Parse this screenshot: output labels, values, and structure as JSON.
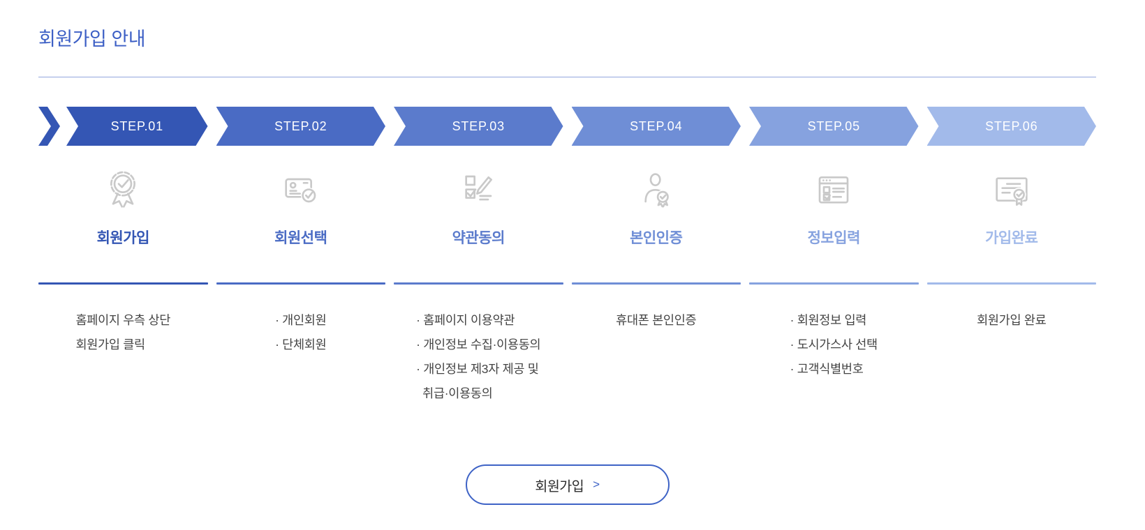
{
  "page": {
    "title": "회원가입 안내"
  },
  "palette": {
    "title_blue": "#3c5fc5",
    "divider": "#93a5dd",
    "icon_gray": "#c9c9c9",
    "desc_text": "#444444",
    "button_border": "#3e63c6",
    "button_text": "#2b2b2b",
    "step_colors": [
      "#3456b4",
      "#4a6bc4",
      "#5b7bcc",
      "#6f8ed6",
      "#86a2df",
      "#a2baea"
    ]
  },
  "steps": [
    {
      "banner": "STEP.01",
      "title": "회원가입",
      "color": "#3456b4",
      "icon": "ribbon-badge-icon",
      "lines": [
        "홈페이지 우측 상단",
        "회원가입 클릭"
      ]
    },
    {
      "banner": "STEP.02",
      "title": "회원선택",
      "color": "#4a6bc4",
      "icon": "id-card-check-icon",
      "lines": [
        "· 개인회원",
        "· 단체회원"
      ]
    },
    {
      "banner": "STEP.03",
      "title": "약관동의",
      "color": "#5b7bcc",
      "icon": "checklist-pen-icon",
      "lines": [
        "· 홈페이지 이용약관",
        "· 개인정보 수집·이용동의",
        "· 개인정보 제3자 제공 및",
        "취급·이용동의"
      ]
    },
    {
      "banner": "STEP.04",
      "title": "본인인증",
      "color": "#6f8ed6",
      "icon": "person-badge-icon",
      "lines": [
        "휴대폰 본인인증"
      ]
    },
    {
      "banner": "STEP.05",
      "title": "정보입력",
      "color": "#86a2df",
      "icon": "browser-form-icon",
      "lines": [
        "· 회원정보 입력",
        "· 도시가스사 선택",
        "· 고객식별번호"
      ]
    },
    {
      "banner": "STEP.06",
      "title": "가입완료",
      "color": "#a2baea",
      "icon": "certificate-icon",
      "lines": [
        "회원가입 완료"
      ]
    }
  ],
  "signup_button": {
    "label": "회원가입",
    "arrow": ">"
  }
}
